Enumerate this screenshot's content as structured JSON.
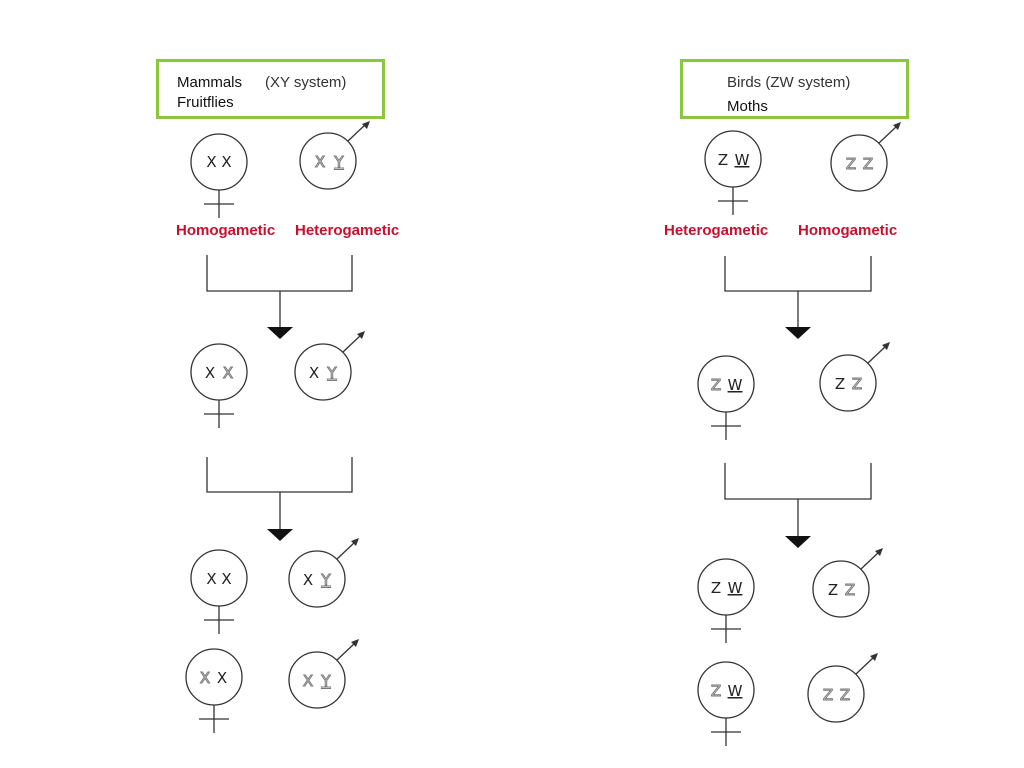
{
  "left": {
    "box_line1": "Mammals",
    "box_system": "(XY system)",
    "box_line2": "Fruitflies",
    "label_female": "Homogametic",
    "label_male": "Heterogametic"
  },
  "right": {
    "box_line1": "Birds (ZW system)",
    "box_line2": "Moths",
    "label_female": "Heterogametic",
    "label_male": "Homogametic"
  },
  "colors": {
    "box_border": "#8cc63f",
    "label_red": "#c8102e",
    "line": "#333333"
  },
  "left_individuals": [
    {
      "sex": "female",
      "chromosomes": [
        "X",
        "X"
      ]
    },
    {
      "sex": "male",
      "chromosomes": [
        "X",
        "Y"
      ]
    },
    {
      "sex": "female",
      "chromosomes": [
        "X",
        "X"
      ]
    },
    {
      "sex": "male",
      "chromosomes": [
        "X",
        "Y"
      ]
    },
    {
      "sex": "female",
      "chromosomes": [
        "X",
        "X"
      ]
    },
    {
      "sex": "male",
      "chromosomes": [
        "X",
        "Y"
      ]
    },
    {
      "sex": "female",
      "chromosomes": [
        "X",
        "X"
      ]
    },
    {
      "sex": "male",
      "chromosomes": [
        "X",
        "Y"
      ]
    }
  ],
  "right_individuals": [
    {
      "sex": "female",
      "chromosomes": [
        "Z",
        "W"
      ]
    },
    {
      "sex": "male",
      "chromosomes": [
        "Z",
        "Z"
      ]
    },
    {
      "sex": "female",
      "chromosomes": [
        "Z",
        "W"
      ]
    },
    {
      "sex": "male",
      "chromosomes": [
        "Z",
        "Z"
      ]
    },
    {
      "sex": "female",
      "chromosomes": [
        "Z",
        "W"
      ]
    },
    {
      "sex": "male",
      "chromosomes": [
        "Z",
        "Z"
      ]
    },
    {
      "sex": "female",
      "chromosomes": [
        "Z",
        "W"
      ]
    },
    {
      "sex": "male",
      "chromosomes": [
        "Z",
        "Z"
      ]
    }
  ]
}
